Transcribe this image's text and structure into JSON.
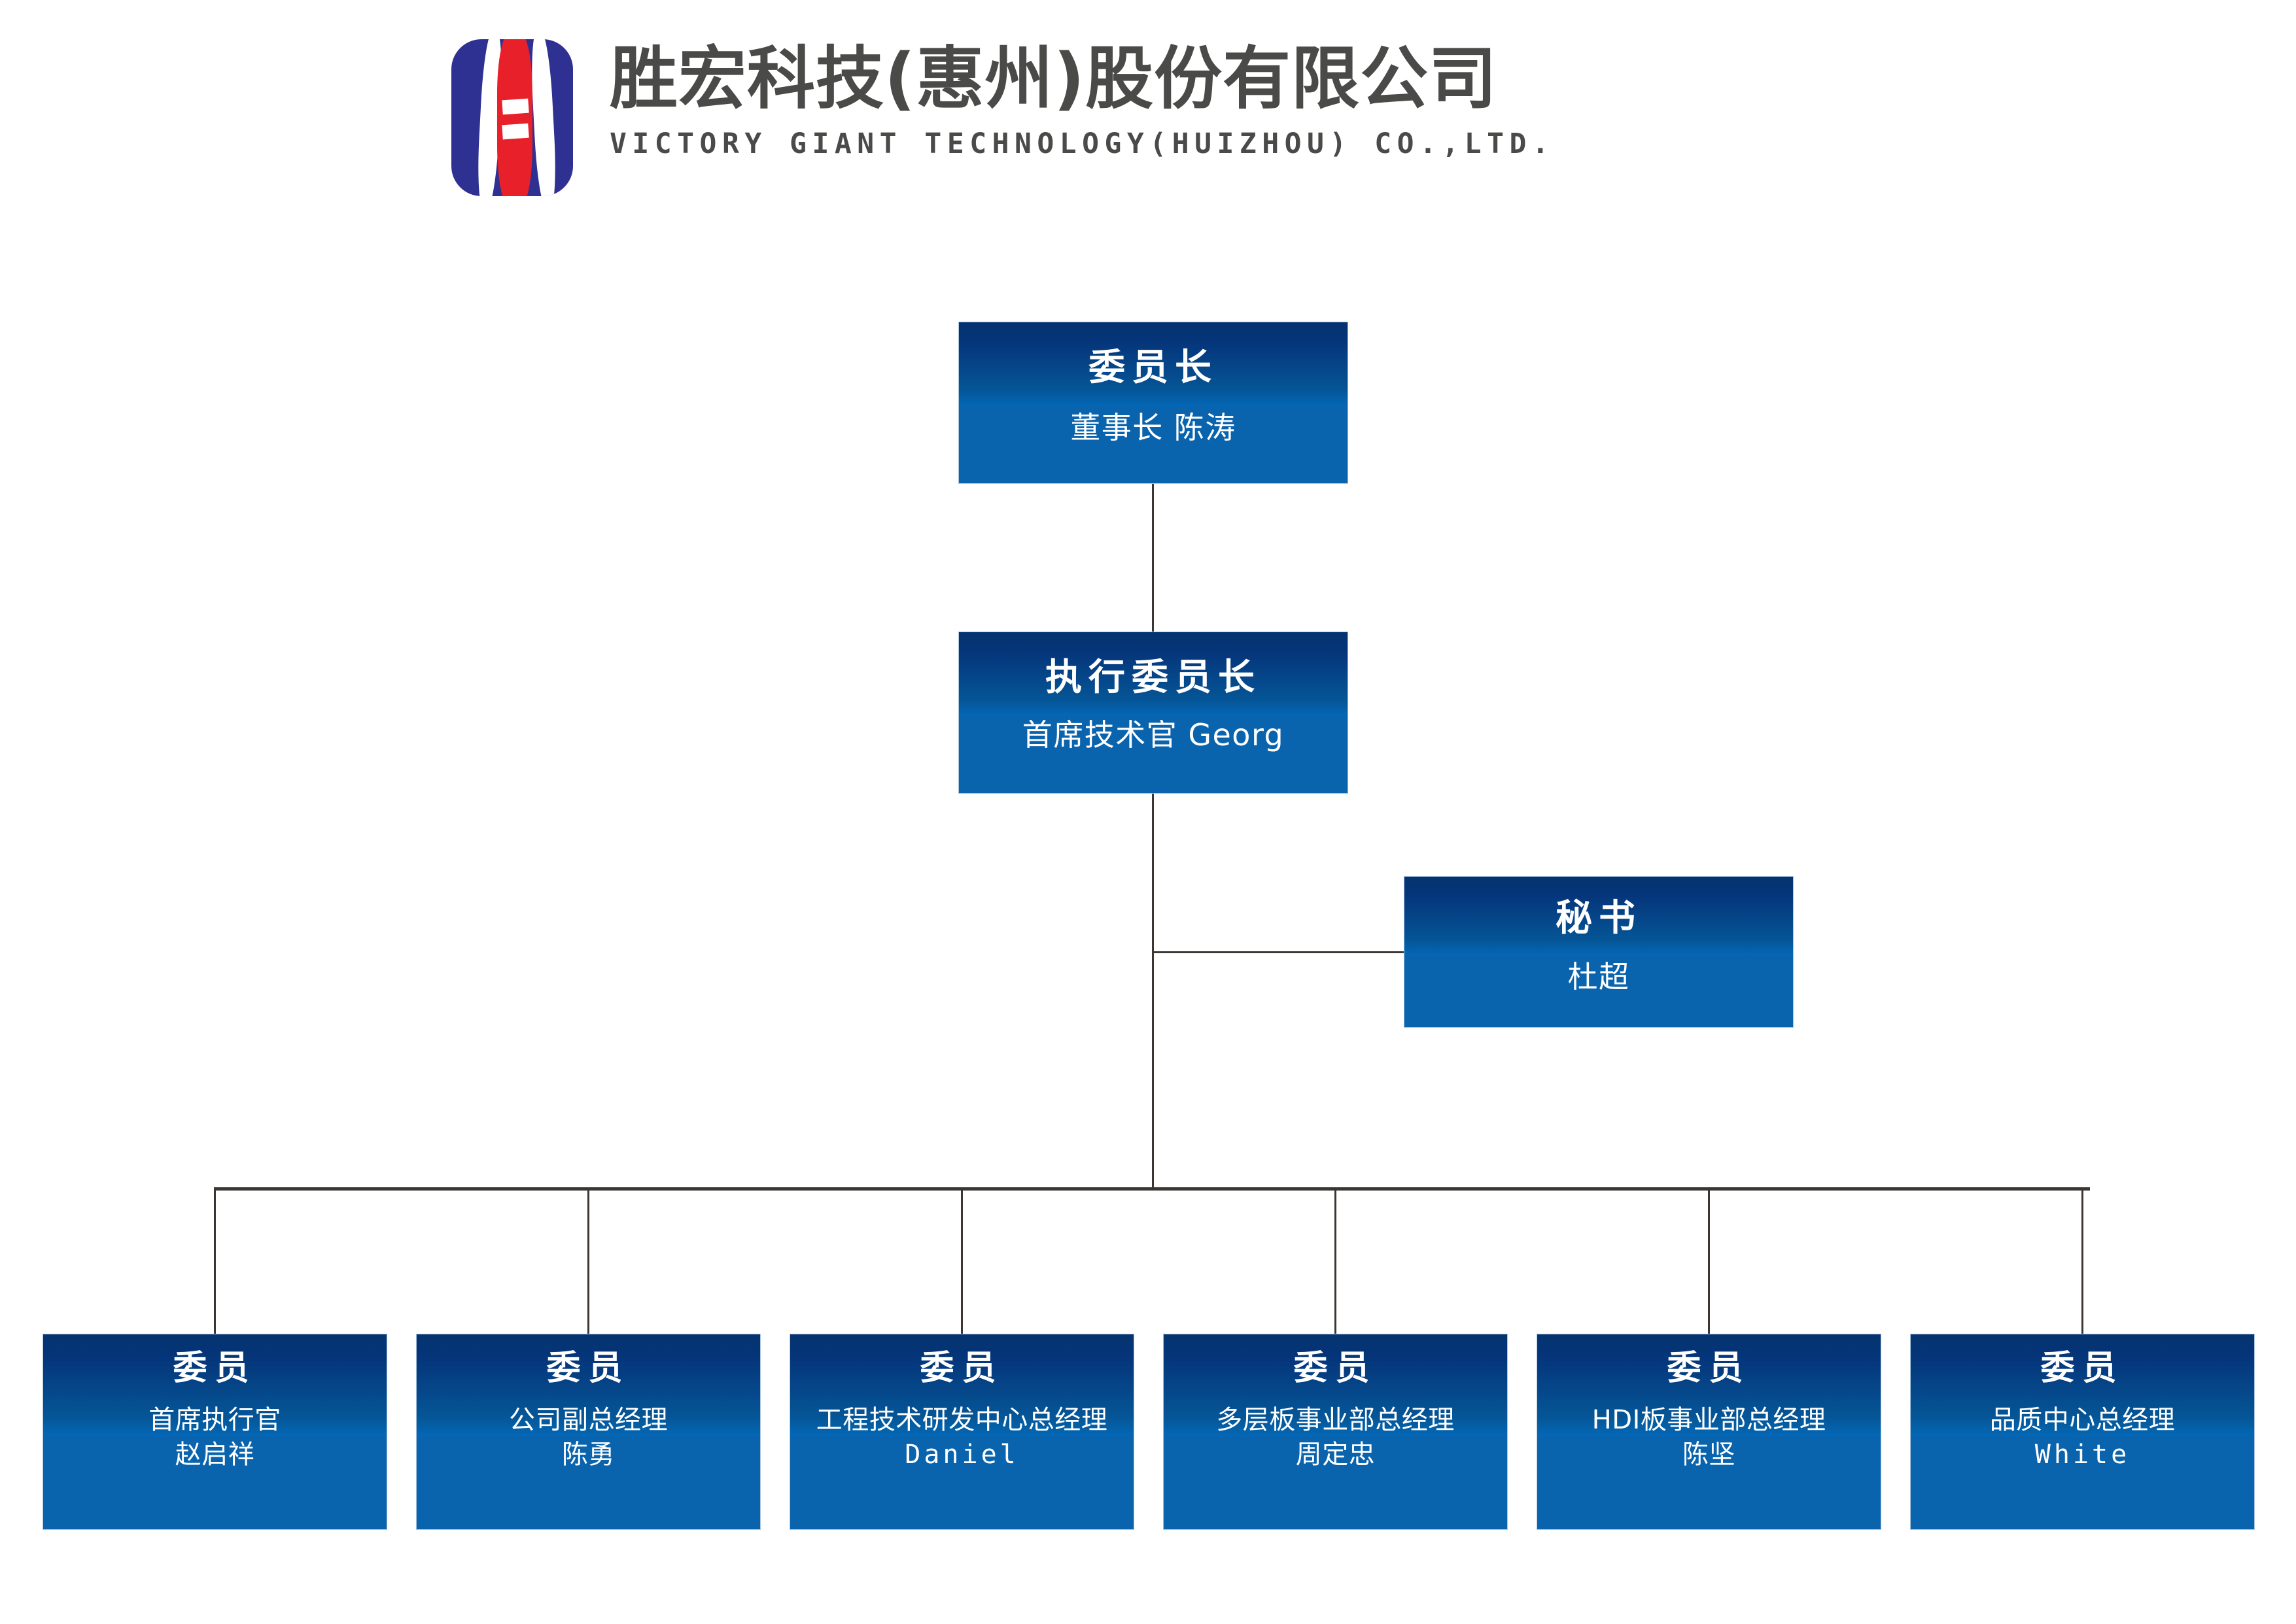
{
  "header": {
    "company_name_cn": "胜宏科技(惠州)股份有限公司",
    "company_name_en": "VICTORY GIANT TECHNOLOGY(HUIZHOU) CO.,LTD.",
    "logo_colors": {
      "blue": "#2e3192",
      "red": "#e8202a",
      "white": "#ffffff"
    }
  },
  "theme": {
    "box_gradient_top": "#05336f",
    "box_gradient_mid": "#0467b5",
    "box_solid_bottom": "#0a63ad",
    "box_border": "#a9c3dd",
    "connector_line": "#3b3632",
    "text_color": "#ffffff",
    "header_text_color": "#4a4a48",
    "page_background": "#ffffff"
  },
  "chart": {
    "type": "org-chart",
    "chairman": {
      "role": "委员长",
      "detail": "董事长 陈涛"
    },
    "executive": {
      "role": "执行委员长",
      "detail": "首席技术官 Georg"
    },
    "secretary": {
      "role": "秘书",
      "detail": "杜超"
    },
    "members": [
      {
        "role": "委员",
        "dept": "首席执行官",
        "person": "赵启祥",
        "person_latin": false
      },
      {
        "role": "委员",
        "dept": "公司副总经理",
        "person": "陈勇",
        "person_latin": false
      },
      {
        "role": "委员",
        "dept": "工程技术研发中心总经理",
        "person": "Daniel",
        "person_latin": true
      },
      {
        "role": "委员",
        "dept": "多层板事业部总经理",
        "person": "周定忠",
        "person_latin": false
      },
      {
        "role": "委员",
        "dept": "HDI板事业部总经理",
        "person": "陈坚",
        "person_latin": false
      },
      {
        "role": "委员",
        "dept": "品质中心总经理",
        "person": "White",
        "person_latin": true
      }
    ]
  }
}
